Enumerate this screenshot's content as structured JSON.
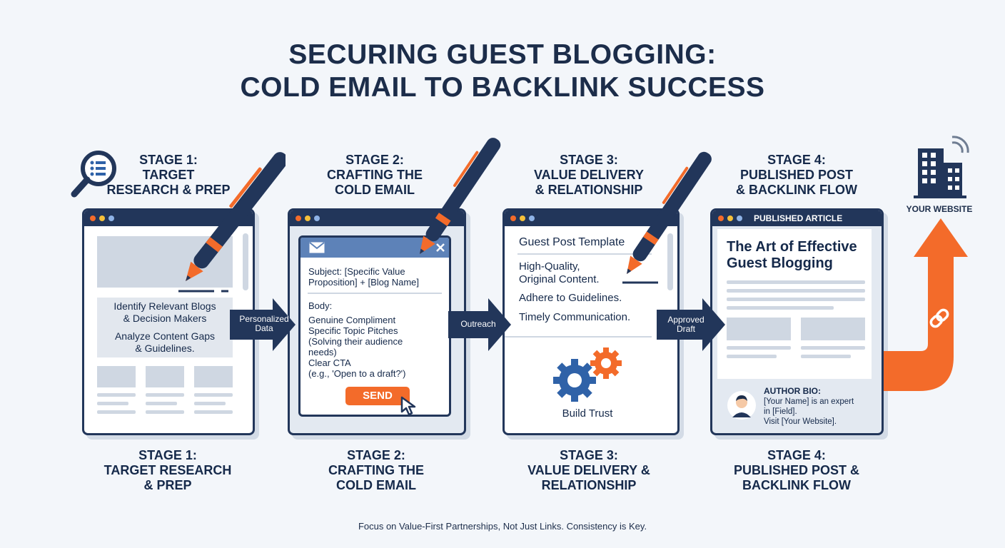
{
  "title": {
    "line1": "SECURING GUEST BLOGGING:",
    "line2": "COLD EMAIL TO BACKLINK SUCCESS"
  },
  "stages": [
    {
      "head": [
        "STAGE 1:",
        "TARGET",
        "RESEARCH & PREP"
      ],
      "foot": [
        "STAGE 1:",
        "TARGET RESEARCH",
        "& PREP"
      ],
      "content": {
        "item1": [
          "Identify Relevant Blogs",
          "& Decision Makers"
        ],
        "item2": [
          "Analyze Content Gaps",
          "& Guidelines."
        ]
      }
    },
    {
      "head": [
        "STAGE 2:",
        "CRAFTING THE",
        "COLD EMAIL"
      ],
      "foot": [
        "STAGE 2:",
        "CRAFTING THE",
        "COLD EMAIL"
      ],
      "content": {
        "subject": [
          "Subject: [Specific Value",
          "Proposition] + [Blog Name]"
        ],
        "body_label": "Body:",
        "body_lines": [
          "Genuine Compliment",
          "Specific Topic Pitches",
          "(Solving their audience",
          "needs)",
          "Clear CTA",
          "(e.g., 'Open to a draft?')"
        ],
        "send": "SEND"
      }
    },
    {
      "head": [
        "STAGE 3:",
        "VALUE DELIVERY",
        "& RELATIONSHIP"
      ],
      "foot": [
        "STAGE 3:",
        "VALUE DELIVERY &",
        "RELATIONSHIP"
      ],
      "content": {
        "template_title": "Guest Post Template",
        "items": [
          "High-Quality,",
          "Original Content.",
          "Adhere to Guidelines.",
          "Timely Communication."
        ],
        "trust": "Build Trust"
      }
    },
    {
      "head": [
        "STAGE 4:",
        "PUBLISHED POST",
        "& BACKLINK FLOW"
      ],
      "foot": [
        "STAGE 4:",
        "PUBLISHED POST &",
        "BACKLINK FLOW"
      ],
      "content": {
        "bar_title": "PUBLISHED ARTICLE",
        "article_title": [
          "The Art of Effective",
          "Guest Blogging"
        ],
        "bio_label": "AUTHOR BIO:",
        "bio_lines": [
          "[Your Name] is an expert",
          "in [Field].",
          "Visit [Your Website]."
        ]
      }
    }
  ],
  "arrows": {
    "a1": [
      "Personalized",
      "Data"
    ],
    "a2": "Outreach",
    "a3": [
      "Approved",
      "Draft"
    ]
  },
  "website_label": "YOUR WEBSITE",
  "footer": "Focus on Value-First Partnerships, Not Just Links. Consistency is Key.",
  "icons": {
    "research": "magnifier-list-icon",
    "pen": "pen-icon",
    "email": "envelope-icon",
    "close": "close-icon",
    "cursor": "cursor-icon",
    "gears": "gears-icon",
    "author": "avatar-icon",
    "link": "link-icon",
    "building": "building-icon",
    "wifi": "wifi-icon"
  },
  "colors": {
    "navy": "#22365a",
    "orange": "#f36b2a",
    "gray": "#cfd7e2",
    "blue": "#2f62a8"
  }
}
